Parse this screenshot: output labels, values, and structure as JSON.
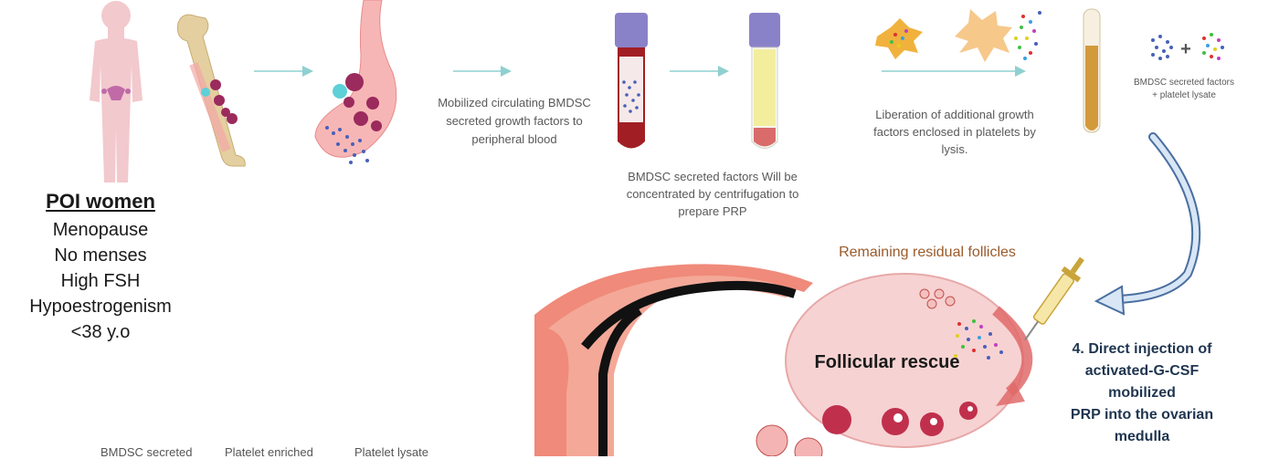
{
  "patient": {
    "title": "POI women",
    "criteria": [
      "Menopause",
      "No menses",
      "High FSH",
      "Hypoestrogenism",
      "<38 y.o"
    ]
  },
  "steps": {
    "mobilization_caption": [
      "Mobilized circulating BMDSC",
      "secreted growth factors to",
      "peripheral blood"
    ],
    "centrifugation_caption": [
      "BMDSC secreted factors Will be",
      "concentrated by centrifugation to",
      "prepare PRP"
    ],
    "lysis_caption": [
      "Liberation of additional growth",
      "factors enclosed in platelets by",
      "lysis."
    ],
    "combined_caption": [
      "BMDSC secreted factors",
      "+ platelet lysate"
    ],
    "plus_sign": "+"
  },
  "ovary": {
    "follicles_label": "Remaining residual follicles",
    "rescue_label": "Follicular rescue",
    "injection_label": [
      "4. Direct injection of",
      "activated-G-CSF mobilized",
      "PRP into the ovarian",
      "medulla"
    ]
  },
  "bottom_labels": [
    "BMDSC secreted",
    "Platelet enriched",
    "Platelet lysate"
  ],
  "colors": {
    "arrow": "#8fd0d0",
    "blood": "#a11f24",
    "cap": "#8a82c8",
    "bone": "#e4cfa0",
    "ovary": "#f7d2d2",
    "uterus": "#f08a7a",
    "plasma": "#f3ed9e",
    "injection_text": "#1f3550",
    "follicle_text": "#9c5a2a"
  }
}
